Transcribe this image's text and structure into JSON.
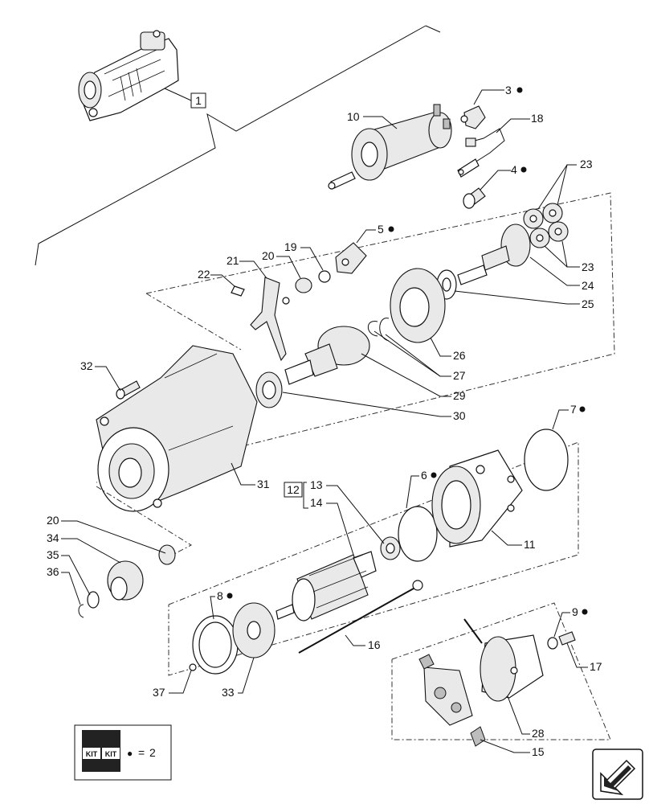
{
  "callouts": [
    {
      "id": "c1",
      "text": "1",
      "boxed": true
    },
    {
      "id": "c3",
      "text": "3",
      "dot": true
    },
    {
      "id": "c10",
      "text": "10"
    },
    {
      "id": "c18",
      "text": "18"
    },
    {
      "id": "c4",
      "text": "4",
      "dot": true
    },
    {
      "id": "c23a",
      "text": "23"
    },
    {
      "id": "c23b",
      "text": "23"
    },
    {
      "id": "c5",
      "text": "5",
      "dot": true
    },
    {
      "id": "c19",
      "text": "19"
    },
    {
      "id": "c20a",
      "text": "20"
    },
    {
      "id": "c21",
      "text": "21"
    },
    {
      "id": "c22",
      "text": "22"
    },
    {
      "id": "c24",
      "text": "24"
    },
    {
      "id": "c25",
      "text": "25"
    },
    {
      "id": "c26",
      "text": "26"
    },
    {
      "id": "c27",
      "text": "27"
    },
    {
      "id": "c29",
      "text": "29"
    },
    {
      "id": "c30",
      "text": "30"
    },
    {
      "id": "c32",
      "text": "32"
    },
    {
      "id": "c7",
      "text": "7",
      "dot": true
    },
    {
      "id": "c6",
      "text": "6",
      "dot": true
    },
    {
      "id": "c12",
      "text": "12",
      "boxed": true
    },
    {
      "id": "c13",
      "text": "13"
    },
    {
      "id": "c14",
      "text": "14"
    },
    {
      "id": "c11",
      "text": "11"
    },
    {
      "id": "c31",
      "text": "31"
    },
    {
      "id": "c20b",
      "text": "20"
    },
    {
      "id": "c34",
      "text": "34"
    },
    {
      "id": "c35",
      "text": "35"
    },
    {
      "id": "c36",
      "text": "36"
    },
    {
      "id": "c8",
      "text": "8",
      "dot": true
    },
    {
      "id": "c9",
      "text": "9",
      "dot": true
    },
    {
      "id": "c16",
      "text": "16"
    },
    {
      "id": "c17",
      "text": "17"
    },
    {
      "id": "c37",
      "text": "37"
    },
    {
      "id": "c33",
      "text": "33"
    },
    {
      "id": "c28",
      "text": "28"
    },
    {
      "id": "c15",
      "text": "15"
    }
  ],
  "kit_legend": {
    "icon_text_1": "KIT",
    "icon_text_2": "KIT",
    "dot_symbol": "●",
    "equals": "=",
    "value": "2"
  },
  "nav_icon": "next-page-arrow-icon"
}
